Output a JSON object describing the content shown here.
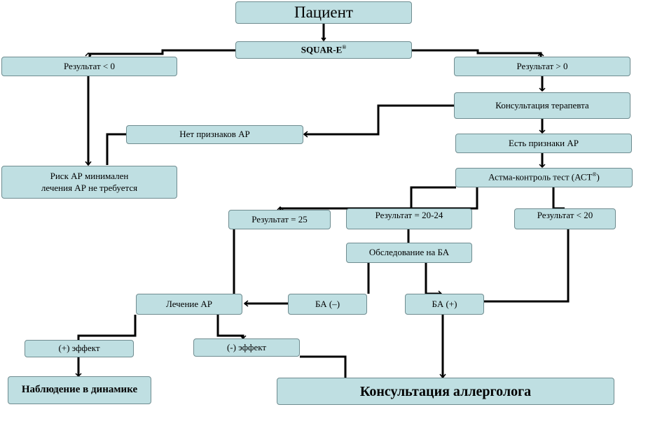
{
  "nodes": {
    "patient": "Пациент",
    "squar": "SQUAR-E",
    "squar_mark": "®",
    "result_lt0": "Результат < 0",
    "result_gt0": "Результат > 0",
    "therapist": "Консультация терапевта",
    "no_signs": "Нет признаков АР",
    "signs": "Есть признаки АР",
    "risk_minimal": "Риск АР минимален\nлечения АР не требуется",
    "act_test": "Астма-контроль тест (АСТ",
    "act_mark": "®",
    "act_close": ")",
    "result_25": "Результат = 25",
    "result_20_24": "Результат = 20-24",
    "result_lt20": "Результат < 20",
    "exam_ba": "Обследование на БА",
    "ba_neg": "БА (–)",
    "ba_pos": "БА (+)",
    "treatment": "Лечение АР",
    "effect_pos": "(+) эффект",
    "effect_neg": "(-) эффект",
    "observation": "Наблюдение в динамике",
    "allergist": "Консультация аллерголога"
  },
  "colors": {
    "node_fill": "#bfdfe2",
    "node_border": "#6f8c90",
    "connector": "#000000"
  }
}
